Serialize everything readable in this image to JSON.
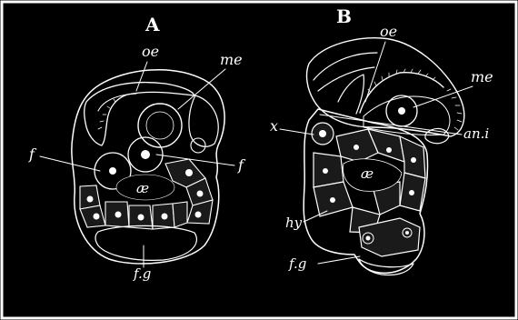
{
  "figure": {
    "panel_a": {
      "title": "A",
      "labels": {
        "oe": "oe",
        "me": "me",
        "f_left": "f",
        "f_right": "f",
        "ae": "æ",
        "fg": "f.g"
      }
    },
    "panel_b": {
      "title": "B",
      "labels": {
        "oe": "oe",
        "me": "me",
        "x": "x",
        "an_i": "an.i",
        "ae": "æ",
        "hy": "hy",
        "fg": "f.g"
      }
    },
    "colors": {
      "background": "#000000",
      "outline": "#ffffff",
      "frame": "#ffffff"
    }
  }
}
